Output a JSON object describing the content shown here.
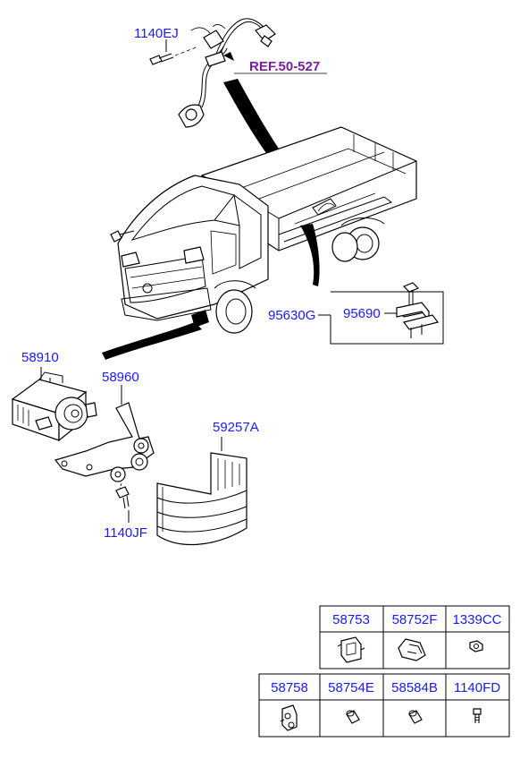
{
  "labels": {
    "p1140EJ": "1140EJ",
    "ref": "REF.50-527",
    "p95630G": "95630G",
    "p95690": "95690",
    "p58910": "58910",
    "p58960": "58960",
    "p59257A": "59257A",
    "p1140JF": "1140JF"
  },
  "table": {
    "row1": [
      "58753",
      "58752F",
      "1339CC"
    ],
    "row2": [
      "58758",
      "58754E",
      "58584B",
      "1140FD"
    ]
  },
  "colors": {
    "label": "#1a1aff",
    "reference": "#7b1fa2"
  }
}
